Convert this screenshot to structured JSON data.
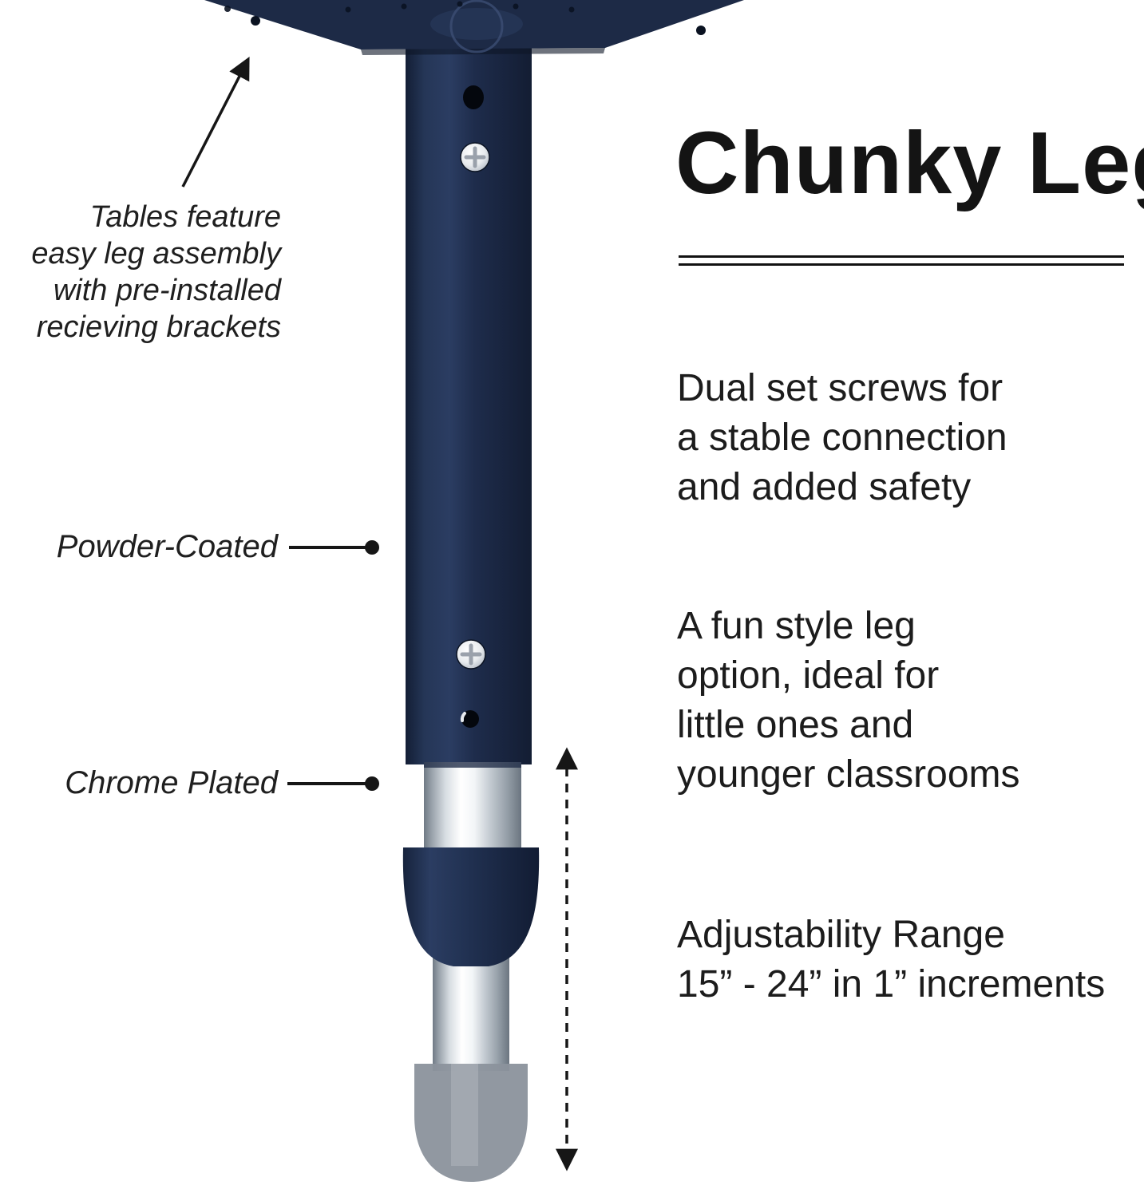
{
  "title": "Chunky Leg",
  "annotations": {
    "assembly_note": "Tables feature\neasy leg assembly\nwith pre-installed\nrecieving brackets",
    "powder_coated": "Powder-Coated",
    "chrome_plated": "Chrome Plated"
  },
  "features": {
    "dual_screws": "Dual set screws for\na stable connection\nand added safety",
    "fun_style": "A fun style leg\noption, ideal for\nlittle ones and\nyounger classrooms",
    "adjustability": "Adjustability Range\n15” - 24” in 1” increments"
  },
  "colors": {
    "navy": "#1d2a46",
    "foot_gray": "#8b929c",
    "text": "#1f1f1f",
    "title": "#141414"
  }
}
